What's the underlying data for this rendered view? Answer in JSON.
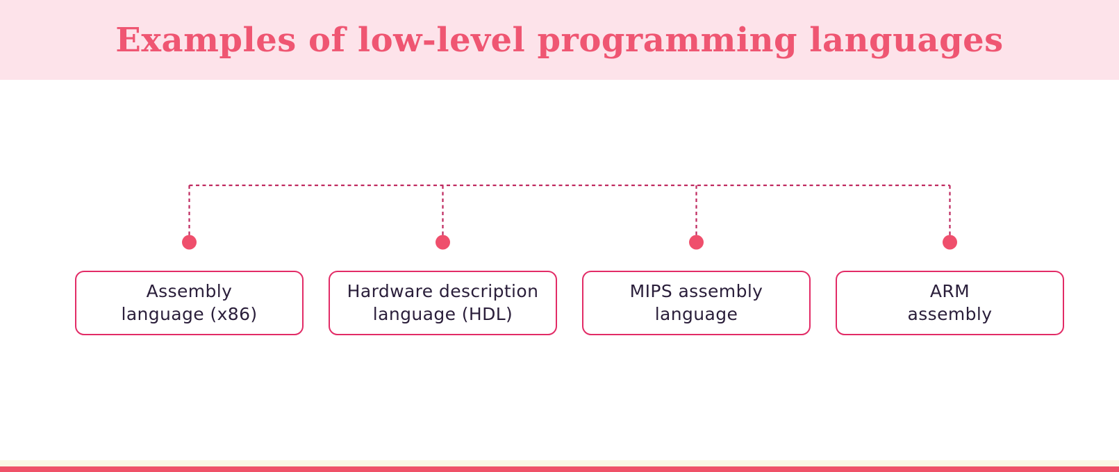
{
  "header": {
    "title": "Examples of low-level programming languages"
  },
  "diagram": {
    "nodes": [
      {
        "line1": "Assembly",
        "line2": "language (x86)"
      },
      {
        "line1": "Hardware description",
        "line2": "language (HDL)"
      },
      {
        "line1": "MIPS assembly",
        "line2": "language"
      },
      {
        "line1": "ARM",
        "line2": "assembly"
      }
    ]
  },
  "colors": {
    "header_bg": "#fde3ea",
    "title": "#ef5672",
    "connector_line": "#bf295f",
    "connector_dot": "#ef4f6c",
    "node_border": "#e22b66",
    "node_text": "#2a1e3a",
    "footer_cream": "#fbf6e4",
    "footer_bar": "#ef5168",
    "canvas_bg": "#ffffff"
  }
}
